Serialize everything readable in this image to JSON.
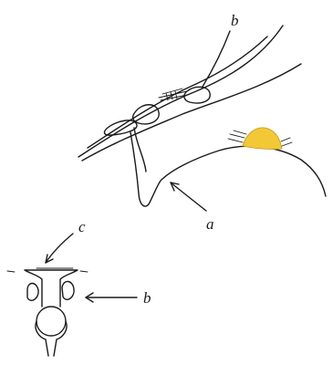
{
  "labels": {
    "a": "a",
    "b_top": "b",
    "b_bottom": "b",
    "c": "c"
  },
  "colors": {
    "ink": "#1a1a1a",
    "pale_green": "#e4efc0",
    "light_green": "#cfe8a8",
    "yellow": "#f3c836",
    "background": "#ffffff"
  }
}
